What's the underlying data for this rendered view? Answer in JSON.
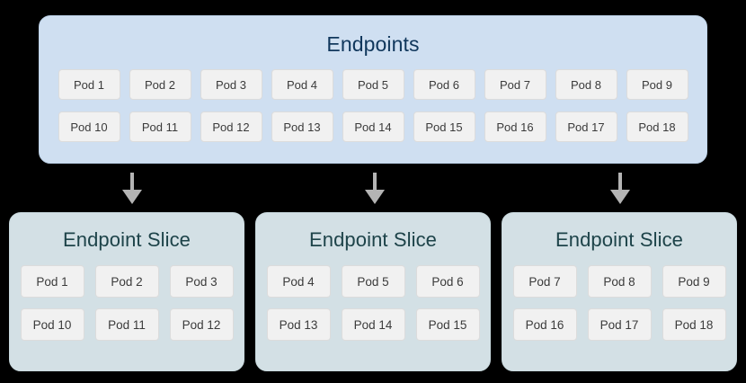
{
  "diagram": {
    "endpoints": {
      "title": "Endpoints",
      "bg_color": "#cfdff1",
      "title_color": "#10375c",
      "rows": [
        [
          "Pod 1",
          "Pod 2",
          "Pod 3",
          "Pod 4",
          "Pod 5",
          "Pod 6",
          "Pod 7",
          "Pod 8",
          "Pod 9"
        ],
        [
          "Pod 10",
          "Pod 11",
          "Pod 12",
          "Pod 13",
          "Pod 14",
          "Pod 15",
          "Pod 16",
          "Pod 17",
          "Pod 18"
        ]
      ]
    },
    "arrows": [
      {
        "name": "arrow-to-slice-1"
      },
      {
        "name": "arrow-to-slice-2"
      },
      {
        "name": "arrow-to-slice-3"
      }
    ],
    "slices": [
      {
        "title": "Endpoint Slice",
        "rows": [
          [
            "Pod 1",
            "Pod 2",
            "Pod 3"
          ],
          [
            "Pod 10",
            "Pod 11",
            "Pod 12"
          ]
        ]
      },
      {
        "title": "Endpoint Slice",
        "rows": [
          [
            "Pod 4",
            "Pod 5",
            "Pod 6"
          ],
          [
            "Pod 13",
            "Pod 14",
            "Pod 15"
          ]
        ]
      },
      {
        "title": "Endpoint Slice",
        "rows": [
          [
            "Pod 7",
            "Pod 8",
            "Pod 9"
          ],
          [
            "Pod 16",
            "Pod 17",
            "Pod 18"
          ]
        ]
      }
    ],
    "colors": {
      "slice_bg": "#d3e0e5",
      "slice_title": "#1d4349",
      "pod_bg": "#f1f1f1",
      "pod_border": "#dcdcdc",
      "pod_text": "#3b3b3b",
      "arrow": "#b4b4b4",
      "canvas": "#000000"
    }
  }
}
